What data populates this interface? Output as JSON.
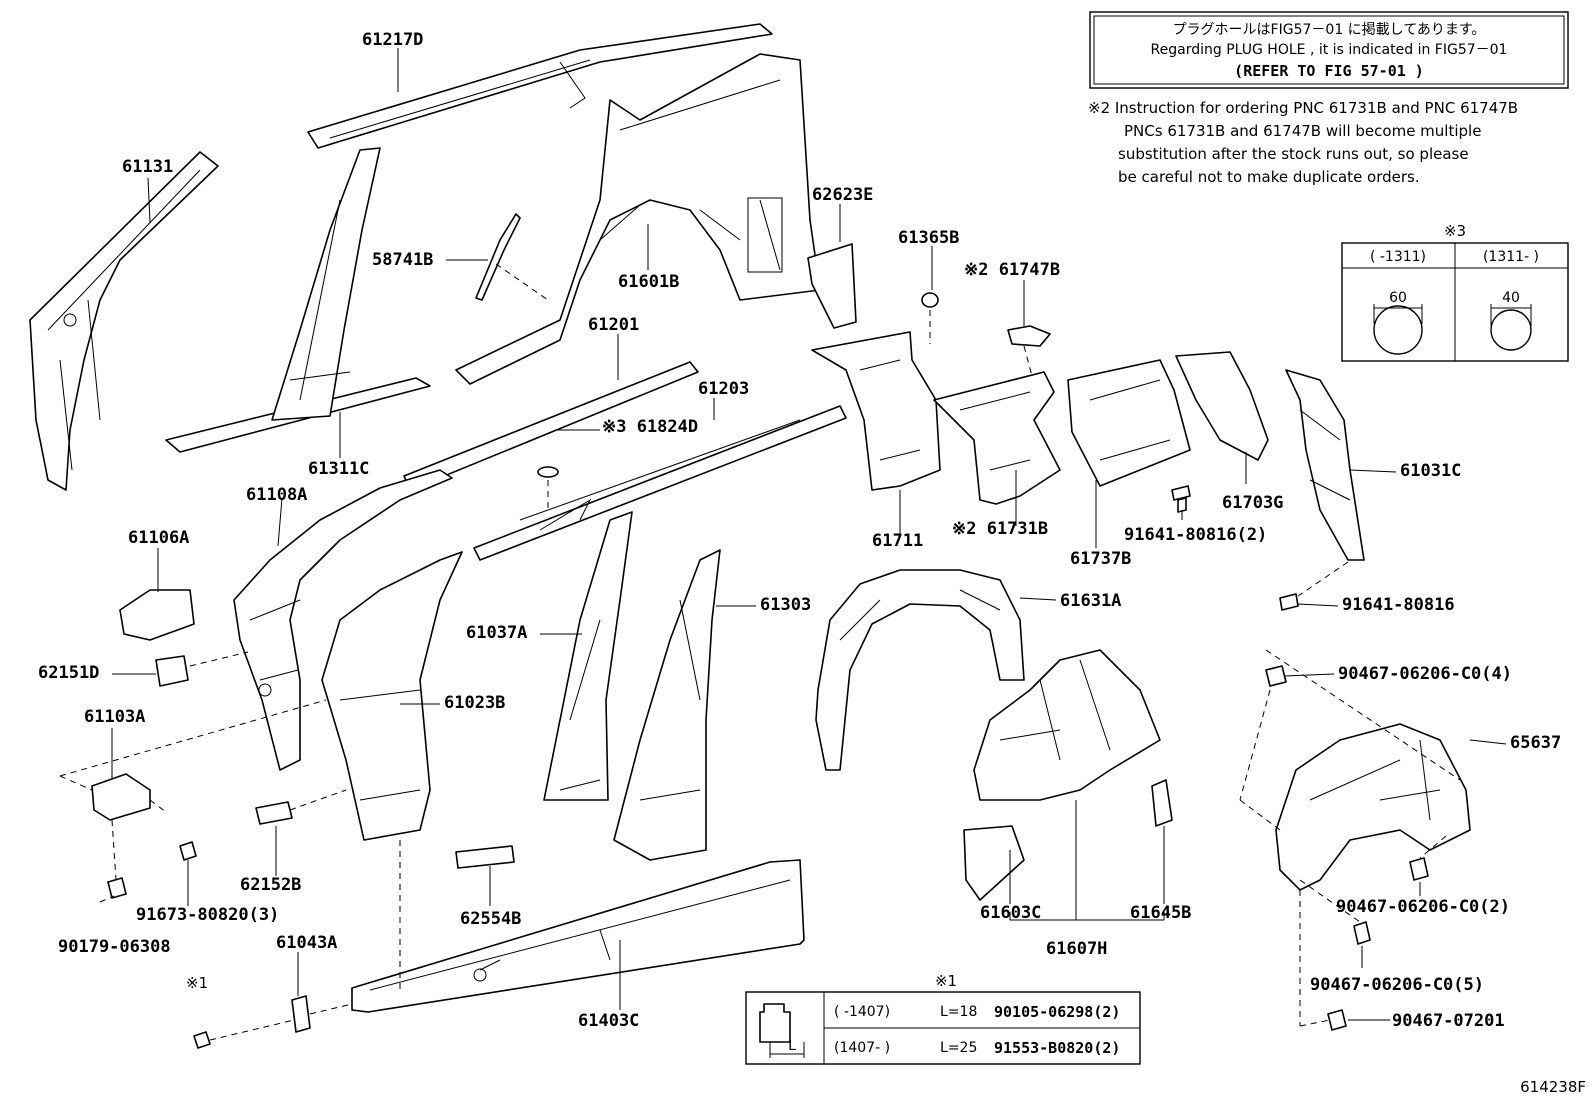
{
  "notice": {
    "line1": "プラグホールはFIG57－01 に掲載してあります。",
    "line2": "Regarding  PLUG HOLE , it is indicated in  FIG57－01",
    "line3": "(REFER TO FIG 57-01 )"
  },
  "instruction": {
    "line1": "※2 Instruction for ordering PNC 61731B and PNC 61747B",
    "line2": "PNCs 61731B and  61747B  will become multiple",
    "line3": "substitution after the stock runs out, so please",
    "line4": "be careful not to make duplicate orders."
  },
  "hole_table": {
    "title": "※3",
    "col1_header": "(      -1311)",
    "col2_header": "(1311-      )",
    "col1_value": "60",
    "col2_value": "40"
  },
  "bolt_table": {
    "title": "※1",
    "row1_range": "(      -1407)",
    "row1_length": "L=18",
    "row1_part": "90105-06298(2)",
    "row2_range": "(1407-      )",
    "row2_length": "L=25",
    "row2_part": "91553-B0820(2)",
    "dim_label": "L"
  },
  "figure_code": "614238F",
  "labels": {
    "p61217D": "61217D",
    "p61131": "61131",
    "p58741B": "58741B",
    "p61601B": "61601B",
    "p62623E": "62623E",
    "p61365B": "61365B",
    "p61747B": "※2 61747B",
    "p61201": "61201",
    "p61203": "61203",
    "p61824D": "※3 61824D",
    "p61311C": "61311C",
    "p61108A": "61108A",
    "p61106A": "61106A",
    "p62151D": "62151D",
    "p61103A": "61103A",
    "p61023B": "61023B",
    "p61037A": "61037A",
    "p61303": "61303",
    "p61711": "61711",
    "p61731B": "※2 61731B",
    "p61737B": "61737B",
    "p91641_2": "91641-80816(2)",
    "p61703G": "61703G",
    "p61031C": "61031C",
    "p91641": "91641-80816",
    "p61631A": "61631A",
    "p90467_4": "90467-06206-C0(4)",
    "p65637": "65637",
    "p62152B": "62152B",
    "p91673": "91673-80820(3)",
    "p90179": "90179-06308",
    "p61043A": "61043A",
    "p62554B": "62554B",
    "p61403C": "61403C",
    "p61603C": "61603C",
    "p61645B": "61645B",
    "p61607H": "61607H",
    "p90467_2": "90467-06206-C0(2)",
    "p90467_5": "90467-06206-C0(5)",
    "p90467_07201": "90467-07201",
    "p_mark1": "※1"
  }
}
